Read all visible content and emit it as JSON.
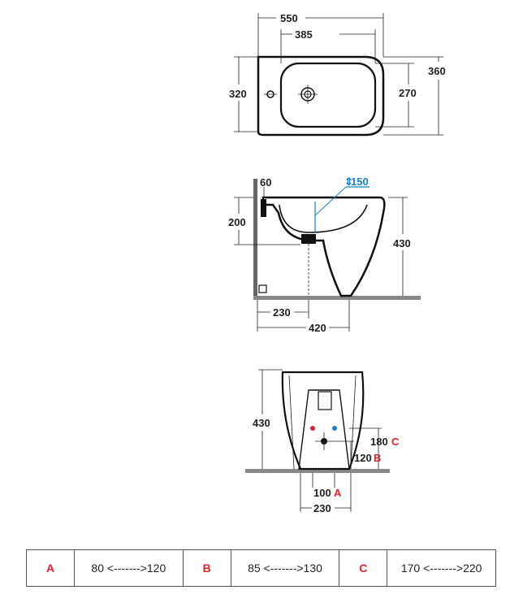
{
  "top_view": {
    "width": "550",
    "inner_width": "385",
    "depth_outer": "360",
    "depth_basin": "270",
    "depth_left": "320"
  },
  "side_view": {
    "tap_offset": "60",
    "water_height": "150",
    "inlet_height": "200",
    "height": "430",
    "drain_distance": "230",
    "depth": "420"
  },
  "back_view": {
    "height": "430",
    "c_value": "180",
    "c_key": "C",
    "b_value": "120",
    "b_key": "B",
    "a_value": "100",
    "a_key": "A",
    "base_width": "230"
  },
  "table": [
    {
      "key": "A",
      "range": "80 <------->120"
    },
    {
      "key": "B",
      "range": "85 <------->130"
    },
    {
      "key": "C",
      "range": "170 <------->220"
    }
  ],
  "colors": {
    "accent_red": "#d9232d",
    "accent_blue": "#1a7fc4",
    "floor": "#888888"
  }
}
